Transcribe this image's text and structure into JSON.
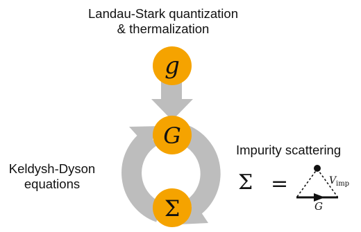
{
  "colors": {
    "node_fill": "#f5a300",
    "arrow_gray": "#bdbdbd",
    "ink": "#111111"
  },
  "title": {
    "line1": "Landau-Stark quantization",
    "line2": "& thermalization"
  },
  "nodes": {
    "top": "g",
    "middle": "G",
    "bottom": "Σ"
  },
  "left_label": {
    "line1": "Keldysh-Dyson",
    "line2": "equations"
  },
  "right": {
    "heading": "Impurity scattering",
    "sigma": "Σ",
    "equals": "=",
    "vertex_label": "V",
    "vertex_sub": "imp",
    "line_label": "G"
  }
}
